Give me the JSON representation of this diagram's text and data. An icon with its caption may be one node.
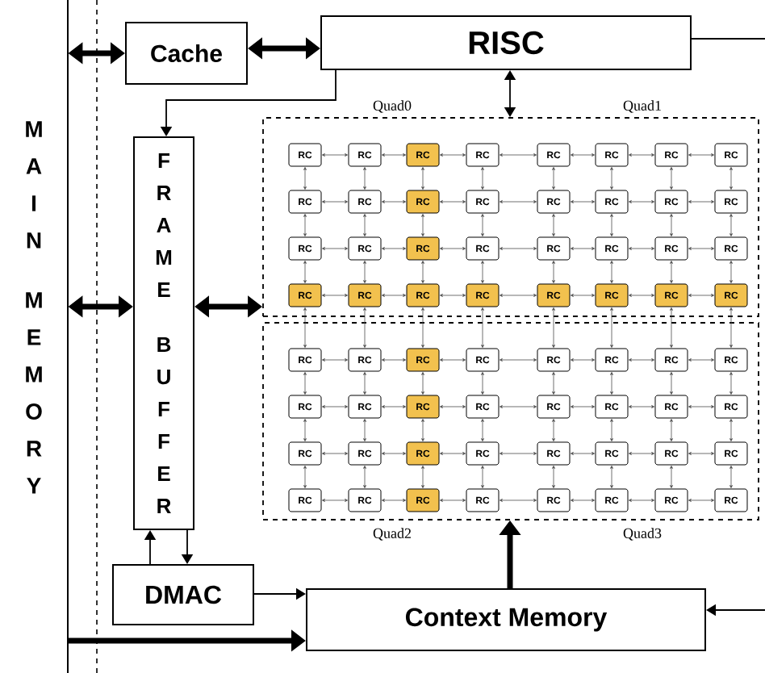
{
  "diagram": {
    "nodes": [
      {
        "text": [
          "M A I N",
          "M E M O R Y"
        ]
      },
      {
        "text": [
          "Cache"
        ]
      },
      {
        "text": [
          "RISC"
        ]
      },
      {
        "text": [
          "F R A M E",
          "B U F F E R"
        ]
      },
      {
        "text": [],
        "shape": "box",
        "beside": [
          "Quad0",
          "Quad1"
        ]
      },
      {
        "text": [],
        "shape": "box",
        "beside": [
          "Quad2",
          "Quad3"
        ]
      },
      {
        "text": [
          "DMAC"
        ]
      },
      {
        "text": [
          "Context Memory"
        ]
      },
      {
        "text": [
          "RC"
        ],
        "in": 4
      },
      {
        "text": [
          "RC"
        ],
        "in": 4
      },
      {
        "text": [
          "RC"
        ],
        "in": 4
      },
      {
        "text": [
          "RC"
        ],
        "in": 4
      },
      {
        "text": [
          "RC"
        ],
        "in": 4
      },
      {
        "text": [
          "RC"
        ],
        "in": 4
      },
      {
        "text": [
          "RC"
        ],
        "in": 4
      },
      {
        "text": [
          "RC"
        ],
        "in": 4
      },
      {
        "text": [
          "RC"
        ],
        "in": 4
      },
      {
        "text": [
          "RC"
        ],
        "in": 4
      },
      {
        "text": [
          "RC"
        ],
        "in": 4
      },
      {
        "text": [
          "RC"
        ],
        "in": 4
      },
      {
        "text": [
          "RC"
        ],
        "in": 4
      },
      {
        "text": [
          "RC"
        ],
        "in": 4
      },
      {
        "text": [
          "RC"
        ],
        "in": 4
      },
      {
        "text": [
          "RC"
        ],
        "in": 4
      },
      {
        "text": [
          "RC"
        ],
        "in": 4
      },
      {
        "text": [
          "RC"
        ],
        "in": 4
      },
      {
        "text": [
          "RC"
        ],
        "in": 4
      },
      {
        "text": [
          "RC"
        ],
        "in": 4
      },
      {
        "text": [
          "RC"
        ],
        "in": 4
      },
      {
        "text": [
          "RC"
        ],
        "in": 4
      },
      {
        "text": [
          "RC"
        ],
        "in": 4
      },
      {
        "text": [
          "RC"
        ],
        "in": 4
      },
      {
        "text": [
          "RC"
        ],
        "in": 4
      },
      {
        "text": [
          "RC"
        ],
        "in": 4
      },
      {
        "text": [
          "RC"
        ],
        "in": 4
      },
      {
        "text": [
          "RC"
        ],
        "in": 4
      },
      {
        "text": [
          "RC"
        ],
        "in": 4
      },
      {
        "text": [
          "RC"
        ],
        "in": 4
      },
      {
        "text": [
          "RC"
        ],
        "in": 4
      },
      {
        "text": [
          "RC"
        ],
        "in": 4
      },
      {
        "text": [
          "RC"
        ],
        "in": 5
      },
      {
        "text": [
          "RC"
        ],
        "in": 5
      },
      {
        "text": [
          "RC"
        ],
        "in": 5
      },
      {
        "text": [
          "RC"
        ],
        "in": 5
      },
      {
        "text": [
          "RC"
        ],
        "in": 5
      },
      {
        "text": [
          "RC"
        ],
        "in": 5
      },
      {
        "text": [
          "RC"
        ],
        "in": 5
      },
      {
        "text": [
          "RC"
        ],
        "in": 5
      },
      {
        "text": [
          "RC"
        ],
        "in": 5
      },
      {
        "text": [
          "RC"
        ],
        "in": 5
      },
      {
        "text": [
          "RC"
        ],
        "in": 5
      },
      {
        "text": [
          "RC"
        ],
        "in": 5
      },
      {
        "text": [
          "RC"
        ],
        "in": 5
      },
      {
        "text": [
          "RC"
        ],
        "in": 5
      },
      {
        "text": [
          "RC"
        ],
        "in": 5
      },
      {
        "text": [
          "RC"
        ],
        "in": 5
      },
      {
        "text": [
          "RC"
        ],
        "in": 5
      },
      {
        "text": [
          "RC"
        ],
        "in": 5
      },
      {
        "text": [
          "RC"
        ],
        "in": 5
      },
      {
        "text": [
          "RC"
        ],
        "in": 5
      },
      {
        "text": [
          "RC"
        ],
        "in": 5
      },
      {
        "text": [
          "RC"
        ],
        "in": 5
      },
      {
        "text": [
          "RC"
        ],
        "in": 5
      },
      {
        "text": [
          "RC"
        ],
        "in": 5
      },
      {
        "text": [
          "RC"
        ],
        "in": 5
      },
      {
        "text": [
          "RC"
        ],
        "in": 5
      },
      {
        "text": [
          "RC"
        ],
        "in": 5
      },
      {
        "text": [
          "RC"
        ],
        "in": 5
      },
      {
        "text": [
          "RC"
        ],
        "in": 5
      },
      {
        "text": [
          "RC"
        ],
        "in": 5
      },
      {
        "text": [
          "RC"
        ],
        "in": 5
      },
      {
        "text": [
          "RC"
        ],
        "in": 5
      }
    ],
    "edges": [
      {
        "from": 0,
        "to": 1,
        "arrow": "both",
        "style": "thick"
      },
      {
        "from": 1,
        "to": 2,
        "arrow": "both",
        "style": "thick"
      },
      {
        "from": 2,
        "to": 3,
        "arrow": "to"
      },
      {
        "from": 2,
        "to": 4,
        "arrow": "both"
      },
      {
        "from": 0,
        "to": 3,
        "arrow": "both",
        "style": "thick"
      },
      {
        "from": 3,
        "to": 4,
        "arrow": "both",
        "style": "thick"
      },
      {
        "from": 6,
        "to": 3,
        "arrow": "to"
      },
      {
        "from": 3,
        "to": 6,
        "arrow": "to"
      },
      {
        "from": 6,
        "to": 7,
        "arrow": "to"
      },
      {
        "from": 0,
        "to": 7,
        "arrow": "to",
        "style": "thick"
      },
      {
        "from": 7,
        "to": 5,
        "arrow": "to",
        "style": "thick"
      },
      {
        "from": 2,
        "to": null,
        "arrow": "none"
      },
      {
        "from": null,
        "to": 7,
        "arrow": "to"
      },
      {
        "from": 8,
        "to": 9,
        "arrow": "both"
      },
      {
        "from": 9,
        "to": 10,
        "arrow": "both"
      },
      {
        "from": 10,
        "to": 11,
        "arrow": "both"
      },
      {
        "from": 11,
        "to": 12,
        "arrow": "both"
      },
      {
        "from": 12,
        "to": 13,
        "arrow": "both"
      },
      {
        "from": 13,
        "to": 14,
        "arrow": "both"
      },
      {
        "from": 14,
        "to": 15,
        "arrow": "both"
      },
      {
        "from": 16,
        "to": 17,
        "arrow": "both"
      },
      {
        "from": 17,
        "to": 18,
        "arrow": "both"
      },
      {
        "from": 18,
        "to": 19,
        "arrow": "both"
      },
      {
        "from": 19,
        "to": 20,
        "arrow": "both"
      },
      {
        "from": 20,
        "to": 21,
        "arrow": "both"
      },
      {
        "from": 21,
        "to": 22,
        "arrow": "both"
      },
      {
        "from": 22,
        "to": 23,
        "arrow": "both"
      },
      {
        "from": 24,
        "to": 25,
        "arrow": "both"
      },
      {
        "from": 25,
        "to": 26,
        "arrow": "both"
      },
      {
        "from": 26,
        "to": 27,
        "arrow": "both"
      },
      {
        "from": 27,
        "to": 28,
        "arrow": "both"
      },
      {
        "from": 28,
        "to": 29,
        "arrow": "both"
      },
      {
        "from": 29,
        "to": 30,
        "arrow": "both"
      },
      {
        "from": 30,
        "to": 31,
        "arrow": "both"
      },
      {
        "from": 32,
        "to": 33,
        "arrow": "both"
      },
      {
        "from": 33,
        "to": 34,
        "arrow": "both"
      },
      {
        "from": 34,
        "to": 35,
        "arrow": "both"
      },
      {
        "from": 35,
        "to": 36,
        "arrow": "both"
      },
      {
        "from": 36,
        "to": 37,
        "arrow": "both"
      },
      {
        "from": 37,
        "to": 38,
        "arrow": "both"
      },
      {
        "from": 38,
        "to": 39,
        "arrow": "both"
      },
      {
        "from": 40,
        "to": 41,
        "arrow": "both"
      },
      {
        "from": 41,
        "to": 42,
        "arrow": "both"
      },
      {
        "from": 42,
        "to": 43,
        "arrow": "both"
      },
      {
        "from": 43,
        "to": 44,
        "arrow": "both"
      },
      {
        "from": 44,
        "to": 45,
        "arrow": "both"
      },
      {
        "from": 45,
        "to": 46,
        "arrow": "both"
      },
      {
        "from": 46,
        "to": 47,
        "arrow": "both"
      },
      {
        "from": 48,
        "to": 49,
        "arrow": "both"
      },
      {
        "from": 49,
        "to": 50,
        "arrow": "both"
      },
      {
        "from": 50,
        "to": 51,
        "arrow": "both"
      },
      {
        "from": 51,
        "to": 52,
        "arrow": "both"
      },
      {
        "from": 52,
        "to": 53,
        "arrow": "both"
      },
      {
        "from": 53,
        "to": 54,
        "arrow": "both"
      },
      {
        "from": 54,
        "to": 55,
        "arrow": "both"
      },
      {
        "from": 56,
        "to": 57,
        "arrow": "both"
      },
      {
        "from": 57,
        "to": 58,
        "arrow": "both"
      },
      {
        "from": 58,
        "to": 59,
        "arrow": "both"
      },
      {
        "from": 59,
        "to": 60,
        "arrow": "both"
      },
      {
        "from": 60,
        "to": 61,
        "arrow": "both"
      },
      {
        "from": 61,
        "to": 62,
        "arrow": "both"
      },
      {
        "from": 62,
        "to": 63,
        "arrow": "both"
      },
      {
        "from": 64,
        "to": 65,
        "arrow": "both"
      },
      {
        "from": 65,
        "to": 66,
        "arrow": "both"
      },
      {
        "from": 66,
        "to": 67,
        "arrow": "both"
      },
      {
        "from": 67,
        "to": 68,
        "arrow": "both"
      },
      {
        "from": 68,
        "to": 69,
        "arrow": "both"
      },
      {
        "from": 69,
        "to": 70,
        "arrow": "both"
      },
      {
        "from": 70,
        "to": 71,
        "arrow": "both"
      },
      {
        "from": 8,
        "to": 16,
        "arrow": "both"
      },
      {
        "from": 16,
        "to": 24,
        "arrow": "both"
      },
      {
        "from": 24,
        "to": 32,
        "arrow": "both"
      },
      {
        "from": 32,
        "to": 40,
        "arrow": "both"
      },
      {
        "from": 40,
        "to": 48,
        "arrow": "both"
      },
      {
        "from": 48,
        "to": 56,
        "arrow": "both"
      },
      {
        "from": 56,
        "to": 64,
        "arrow": "both"
      },
      {
        "from": 9,
        "to": 17,
        "arrow": "both"
      },
      {
        "from": 17,
        "to": 25,
        "arrow": "both"
      },
      {
        "from": 25,
        "to": 33,
        "arrow": "both"
      },
      {
        "from": 33,
        "to": 41,
        "arrow": "both"
      },
      {
        "from": 41,
        "to": 49,
        "arrow": "both"
      },
      {
        "from": 49,
        "to": 57,
        "arrow": "both"
      },
      {
        "from": 57,
        "to": 65,
        "arrow": "both"
      },
      {
        "from": 10,
        "to": 18,
        "arrow": "both"
      },
      {
        "from": 18,
        "to": 26,
        "arrow": "both"
      },
      {
        "from": 26,
        "to": 34,
        "arrow": "both"
      },
      {
        "from": 34,
        "to": 42,
        "arrow": "both"
      },
      {
        "from": 42,
        "to": 50,
        "arrow": "both"
      },
      {
        "from": 50,
        "to": 58,
        "arrow": "both"
      },
      {
        "from": 58,
        "to": 66,
        "arrow": "both"
      },
      {
        "from": 11,
        "to": 19,
        "arrow": "both"
      },
      {
        "from": 19,
        "to": 27,
        "arrow": "both"
      },
      {
        "from": 27,
        "to": 35,
        "arrow": "both"
      },
      {
        "from": 35,
        "to": 43,
        "arrow": "both"
      },
      {
        "from": 43,
        "to": 51,
        "arrow": "both"
      },
      {
        "from": 51,
        "to": 59,
        "arrow": "both"
      },
      {
        "from": 59,
        "to": 67,
        "arrow": "both"
      },
      {
        "from": 12,
        "to": 20,
        "arrow": "both"
      },
      {
        "from": 20,
        "to": 28,
        "arrow": "both"
      },
      {
        "from": 28,
        "to": 36,
        "arrow": "both"
      },
      {
        "from": 36,
        "to": 44,
        "arrow": "both"
      },
      {
        "from": 44,
        "to": 52,
        "arrow": "both"
      },
      {
        "from": 52,
        "to": 60,
        "arrow": "both"
      },
      {
        "from": 60,
        "to": 68,
        "arrow": "both"
      },
      {
        "from": 13,
        "to": 21,
        "arrow": "both"
      },
      {
        "from": 21,
        "to": 29,
        "arrow": "both"
      },
      {
        "from": 29,
        "to": 37,
        "arrow": "both"
      },
      {
        "from": 37,
        "to": 45,
        "arrow": "both"
      },
      {
        "from": 45,
        "to": 53,
        "arrow": "both"
      },
      {
        "from": 53,
        "to": 61,
        "arrow": "both"
      },
      {
        "from": 61,
        "to": 69,
        "arrow": "both"
      },
      {
        "from": 14,
        "to": 22,
        "arrow": "both"
      },
      {
        "from": 22,
        "to": 30,
        "arrow": "both"
      },
      {
        "from": 30,
        "to": 38,
        "arrow": "both"
      },
      {
        "from": 38,
        "to": 46,
        "arrow": "both"
      },
      {
        "from": 46,
        "to": 54,
        "arrow": "both"
      },
      {
        "from": 54,
        "to": 62,
        "arrow": "both"
      },
      {
        "from": 62,
        "to": 70,
        "arrow": "both"
      },
      {
        "from": 15,
        "to": 23,
        "arrow": "both"
      },
      {
        "from": 23,
        "to": 31,
        "arrow": "both"
      },
      {
        "from": 31,
        "to": 39,
        "arrow": "both"
      },
      {
        "from": 39,
        "to": 47,
        "arrow": "both"
      },
      {
        "from": 47,
        "to": 55,
        "arrow": "both"
      },
      {
        "from": 55,
        "to": 63,
        "arrow": "both"
      },
      {
        "from": 63,
        "to": 71,
        "arrow": "both"
      }
    ]
  }
}
